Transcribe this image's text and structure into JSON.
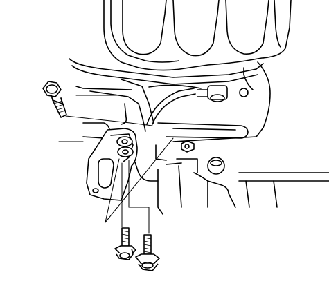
{
  "figure": {
    "description_labels": [],
    "parts": [
      {
        "name": "intake-manifold"
      },
      {
        "name": "bracket"
      },
      {
        "name": "long-bolt"
      },
      {
        "name": "short-bolt"
      },
      {
        "name": "flange-bolt"
      },
      {
        "name": "nut"
      }
    ]
  }
}
